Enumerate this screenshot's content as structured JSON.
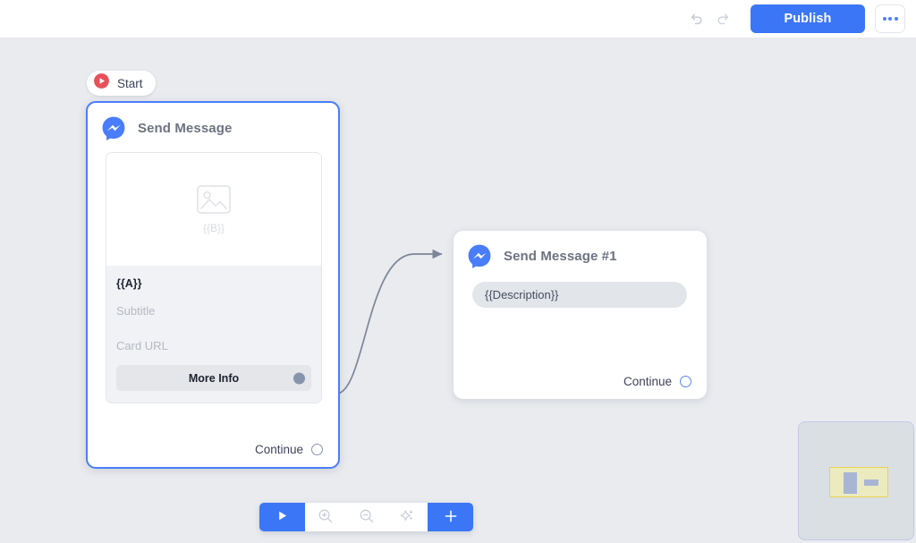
{
  "topbar": {
    "undo_icon": "undo-icon",
    "redo_icon": "redo-icon",
    "publish_label": "Publish",
    "more_icon": "ellipsis-icon",
    "accent_color": "#3b76f6"
  },
  "canvas": {
    "background_color": "#e9ebef",
    "start": {
      "label": "Start",
      "icon": "play-circle-icon",
      "icon_color": "#e8505b"
    },
    "edge": {
      "color": "#7d8598",
      "from": "more-info-port",
      "to": "send-message-1-input"
    }
  },
  "nodes": [
    {
      "id": "send-message",
      "title": "Send Message",
      "icon": "messenger-icon",
      "icon_color": "#4a7dfc",
      "selected": true,
      "border_color": "#4a7dfc",
      "card": {
        "image_placeholder_icon": "image-placeholder-icon",
        "image_placeholder_label": "{{B}}",
        "title": "{{A}}",
        "subtitle": "Subtitle",
        "card_url": "Card URL",
        "button_label": "More Info",
        "button_port_color": "#8693ad"
      },
      "continue_label": "Continue"
    },
    {
      "id": "send-message-1",
      "title": "Send Message #1",
      "icon": "messenger-icon",
      "icon_color": "#4a7dfc",
      "selected": false,
      "description": "{{Description}}",
      "continue_label": "Continue",
      "continue_port_color": "#5b86f0"
    }
  ],
  "toolbar": {
    "play_icon": "play-icon",
    "zoom_in_icon": "zoom-in-icon",
    "zoom_out_icon": "zoom-out-icon",
    "auto_layout_icon": "sparkle-icon",
    "add_icon": "plus-icon",
    "accent_color": "#3b76f6"
  },
  "minimap": {
    "panel_color": "#dadfe4",
    "viewport_color": "#ecebc0",
    "viewport_border": "#e8d44a",
    "node_color": "#a9b5d4"
  }
}
